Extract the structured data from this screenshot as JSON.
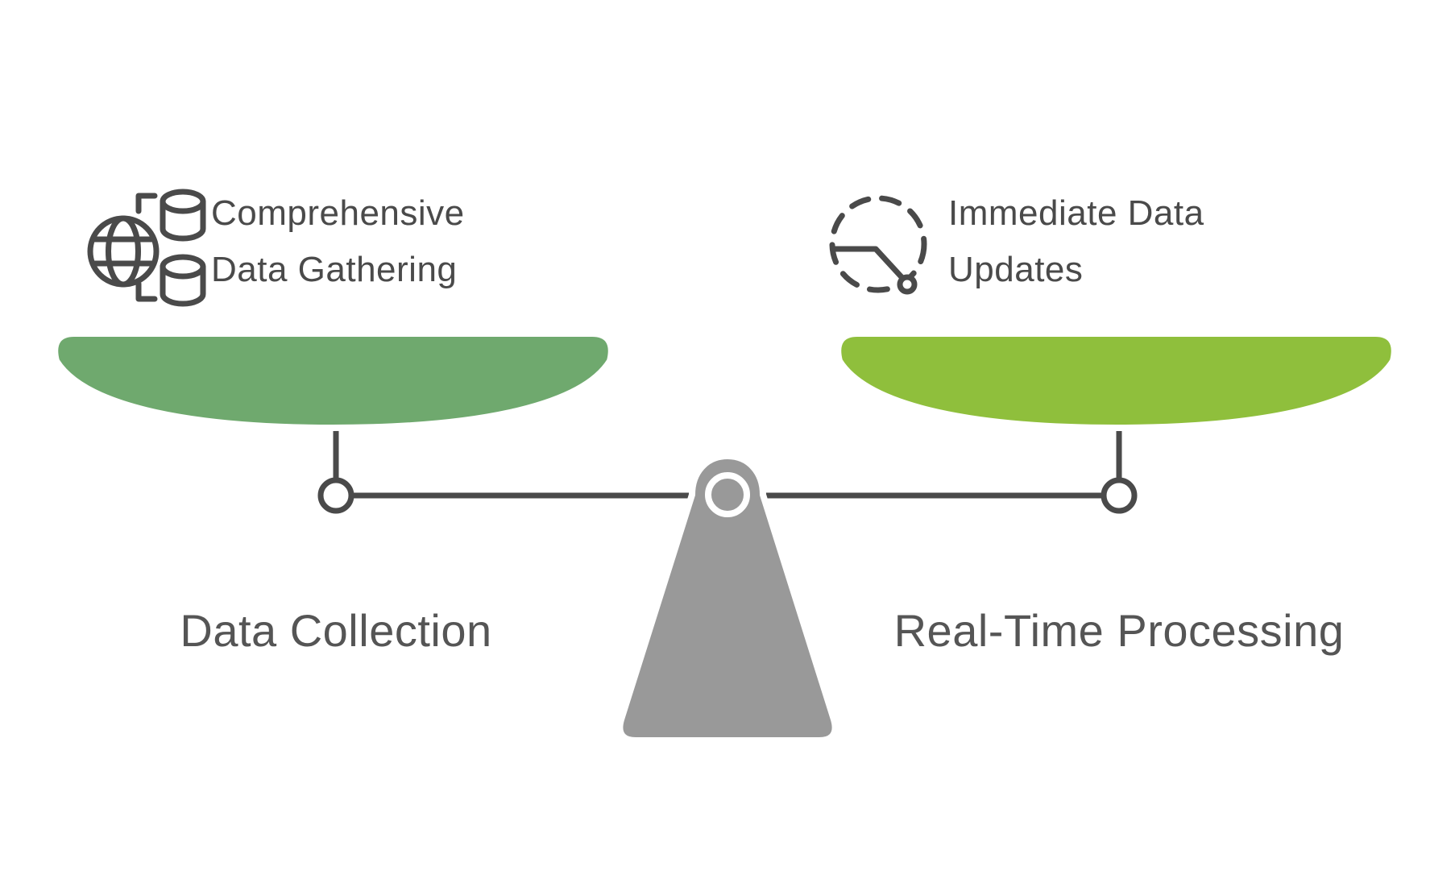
{
  "left_side": {
    "icon": "globe-database-icon",
    "heading_line1": "Comprehensive",
    "heading_line2": "Data Gathering",
    "label": "Data Collection",
    "pan_color": "#6FA96E"
  },
  "right_side": {
    "icon": "clock-gauge-icon",
    "heading_line1": "Immediate Data",
    "heading_line2": "Updates",
    "label": "Real-Time Processing",
    "pan_color": "#8FBF3C"
  },
  "colors": {
    "fulcrum_gray": "#999999",
    "line_gray": "#4A4A4A",
    "heading_text": "#4A4A4A",
    "label_text": "#555555",
    "outline_white": "#FFFFFF",
    "background": "#FFFFFF"
  }
}
